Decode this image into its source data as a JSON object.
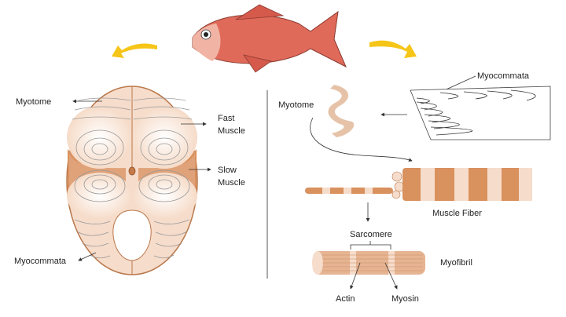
{
  "labels": {
    "myotome_left": "Myotome",
    "fast_muscle_1": "Fast",
    "fast_muscle_2": "Muscle",
    "slow_muscle_1": "Slow",
    "slow_muscle_2": "Muscle",
    "myocommata_left": "Myocommata",
    "myotome_right": "Myotome",
    "myocommata_right": "Myocommata",
    "muscle_fiber": "Muscle Fiber",
    "sarcomere": "Sarcomere",
    "myofibril": "Myofibril",
    "actin": "Actin",
    "myosin": "Myosin"
  },
  "colors": {
    "muscle_light": "#f6dccb",
    "muscle_dark": "#d9915e",
    "outline": "#b9774a",
    "fish": "#e06a5a",
    "arrow_yellow": "#f5c518"
  }
}
